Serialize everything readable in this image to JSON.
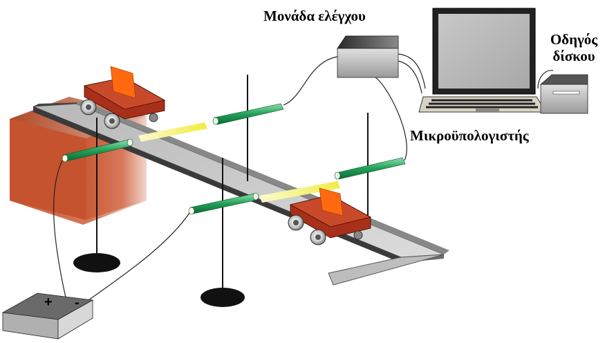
{
  "labels": {
    "control_unit": "Μονάδα ελέγχου",
    "computer": "Μικροϋπολογιστής",
    "disk_drive_line1": "Οδηγός",
    "disk_drive_line2": "δίσκου"
  },
  "battery": {
    "plus": "+",
    "minus": "-"
  },
  "colors": {
    "track": "#c8c8c8",
    "cart": "#b83a1a",
    "flag": "#ff6a00",
    "sensor_green": "#22a05a",
    "light_beam": "#f4f060",
    "block": "#d0603a"
  }
}
